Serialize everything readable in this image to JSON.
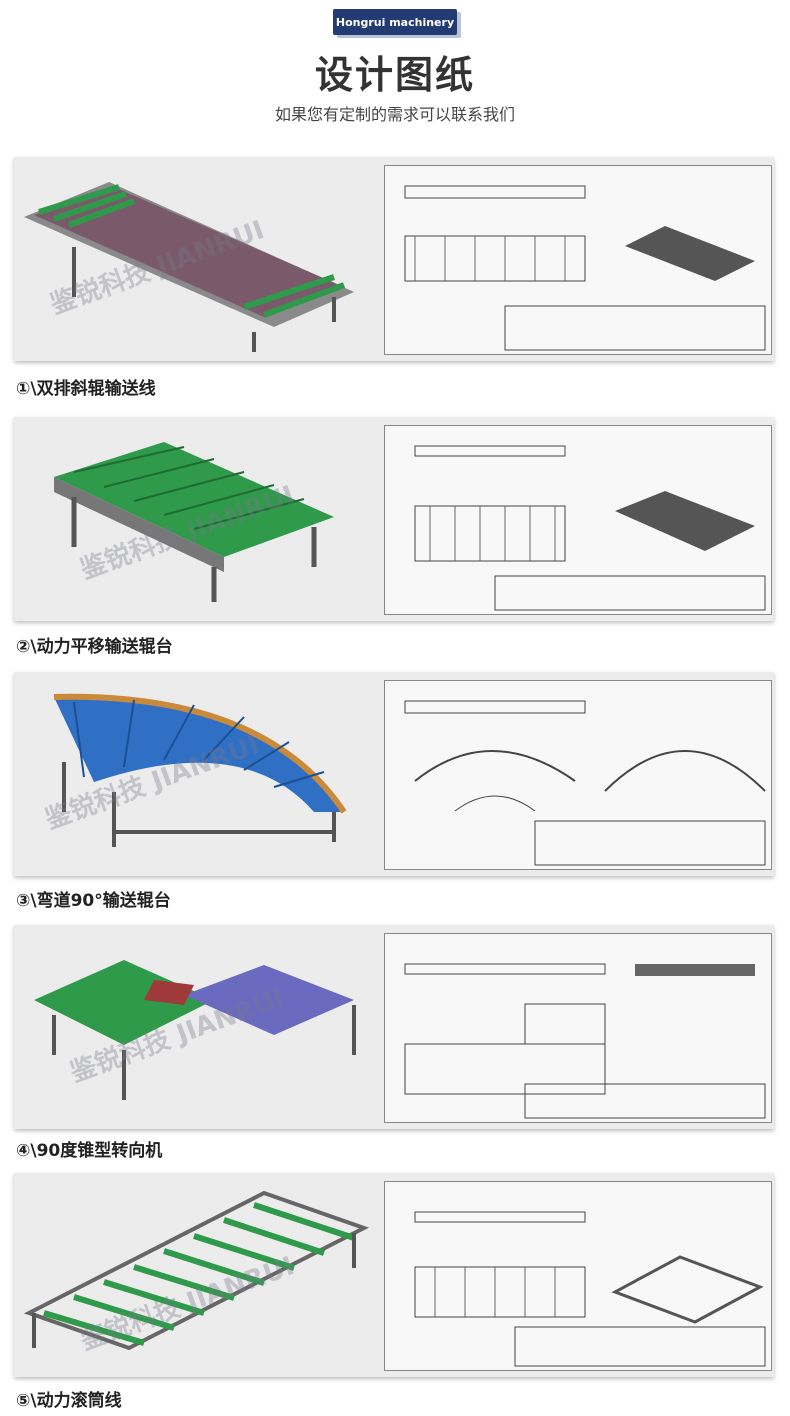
{
  "header": {
    "badge": "Hongrui machinery",
    "title": "设计图纸",
    "subtitle": "如果您有定制的需求可以联系我们"
  },
  "watermark": "鉴锐科技 JIANRUI",
  "sections": [
    {
      "caption": "①\\双排斜辊输送线",
      "color": "#2e9a4a"
    },
    {
      "caption": "②\\动力平移输送辊台",
      "color": "#2e9a4a"
    },
    {
      "caption": "③\\弯道90°输送辊台",
      "color": "#2f6fc4"
    },
    {
      "caption": "④\\90度锥型转向机",
      "color": "#2e9a4a"
    },
    {
      "caption": "⑤\\动力滚筒线",
      "color": "#2e9a4a"
    }
  ]
}
